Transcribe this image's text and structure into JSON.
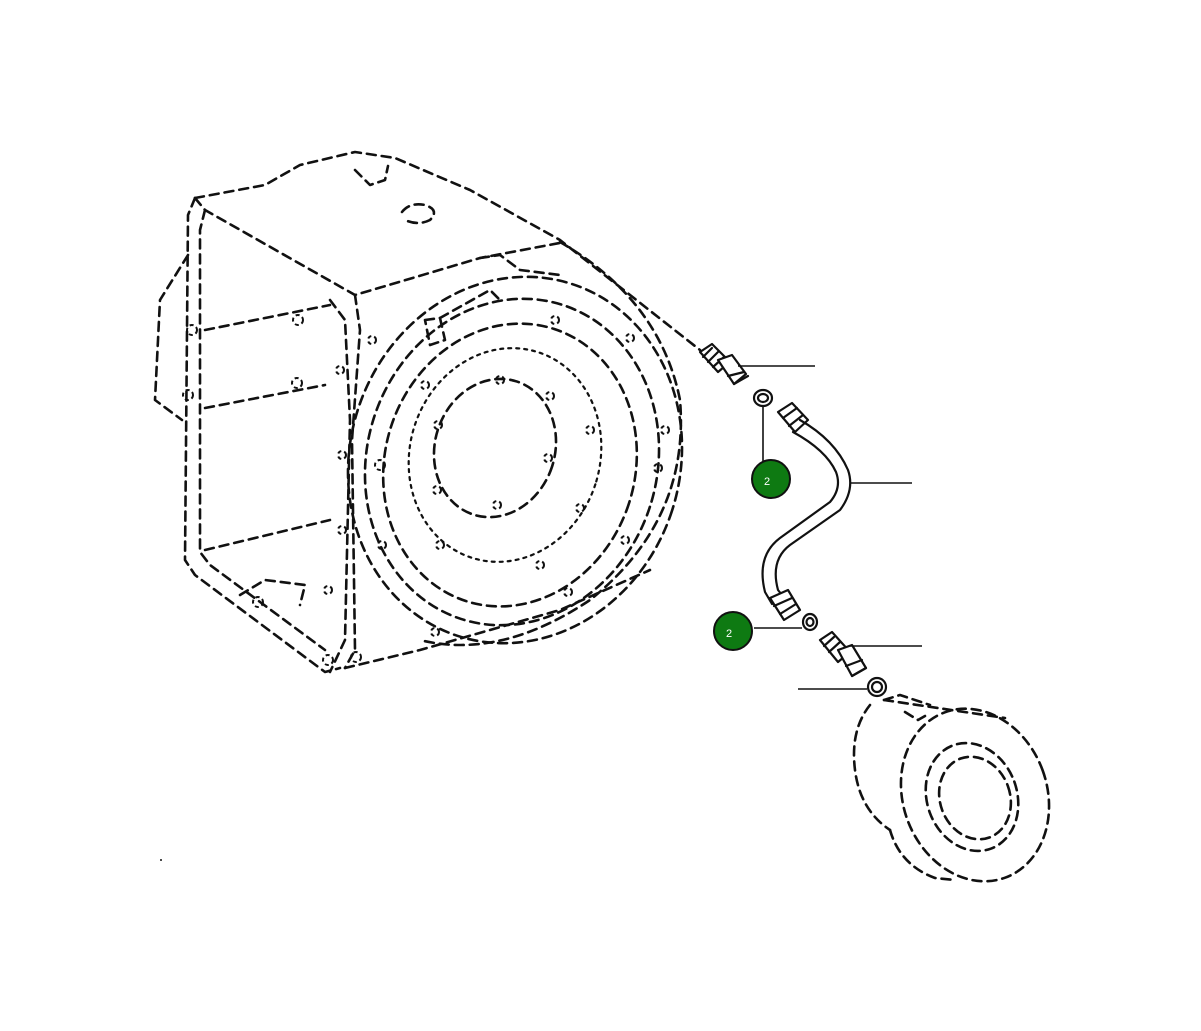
{
  "callouts": [
    {
      "id": "callout-upper",
      "label": "2"
    },
    {
      "id": "callout-lower",
      "label": "2"
    }
  ],
  "colors": {
    "callout_fill": "#0e7a12",
    "callout_text": "#ffffff",
    "line": "#111111",
    "background": "#ffffff"
  }
}
